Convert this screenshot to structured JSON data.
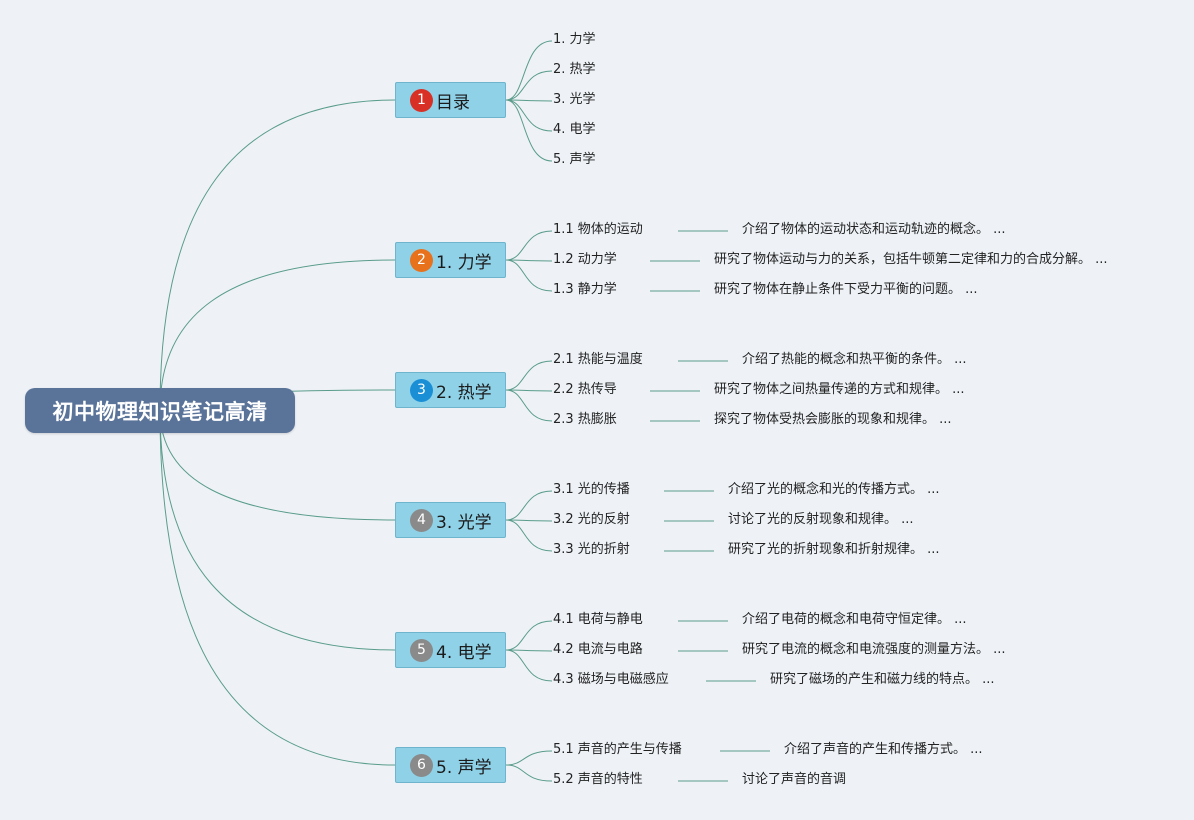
{
  "root": {
    "label": "初中物理知识笔记高清"
  },
  "colors": {
    "connector": "#5a9c8c",
    "root_bg": "#5a7399",
    "branch_bg": "#8fd2e8",
    "badge": [
      "#d93025",
      "#e8711c",
      "#1a8fd6",
      "#8a8a8a",
      "#8a8a8a",
      "#8a8a8a"
    ]
  },
  "branches": [
    {
      "number": "1",
      "label": "目录",
      "children": [
        {
          "topic": "1. 力学",
          "desc": ""
        },
        {
          "topic": "2. 热学",
          "desc": ""
        },
        {
          "topic": "3. 光学",
          "desc": ""
        },
        {
          "topic": "4. 电学",
          "desc": ""
        },
        {
          "topic": "5. 声学",
          "desc": ""
        }
      ]
    },
    {
      "number": "2",
      "label": "1. 力学",
      "children": [
        {
          "topic": "1.1 物体的运动",
          "desc": "介绍了物体的运动状态和运动轨迹的概念。 ..."
        },
        {
          "topic": "1.2 动力学",
          "desc": "研究了物体运动与力的关系，包括牛顿第二定律和力的合成分解。 ..."
        },
        {
          "topic": "1.3 静力学",
          "desc": "研究了物体在静止条件下受力平衡的问题。 ..."
        }
      ]
    },
    {
      "number": "3",
      "label": "2. 热学",
      "children": [
        {
          "topic": "2.1 热能与温度",
          "desc": "介绍了热能的概念和热平衡的条件。 ..."
        },
        {
          "topic": "2.2 热传导",
          "desc": "研究了物体之间热量传递的方式和规律。 ..."
        },
        {
          "topic": "2.3 热膨胀",
          "desc": "探究了物体受热会膨胀的现象和规律。 ..."
        }
      ]
    },
    {
      "number": "4",
      "label": "3. 光学",
      "children": [
        {
          "topic": "3.1 光的传播",
          "desc": "介绍了光的概念和光的传播方式。 ..."
        },
        {
          "topic": "3.2 光的反射",
          "desc": "讨论了光的反射现象和规律。 ..."
        },
        {
          "topic": "3.3 光的折射",
          "desc": "研究了光的折射现象和折射规律。 ..."
        }
      ]
    },
    {
      "number": "5",
      "label": "4. 电学",
      "children": [
        {
          "topic": "4.1 电荷与静电",
          "desc": "介绍了电荷的概念和电荷守恒定律。 ..."
        },
        {
          "topic": "4.2 电流与电路",
          "desc": "研究了电流的概念和电流强度的测量方法。 ..."
        },
        {
          "topic": "4.3 磁场与电磁感应",
          "desc": "研究了磁场的产生和磁力线的特点。 ..."
        }
      ]
    },
    {
      "number": "6",
      "label": "5. 声学",
      "children": [
        {
          "topic": "5.1 声音的产生与传播",
          "desc": "介绍了声音的产生和传播方式。 ..."
        },
        {
          "topic": "5.2 声音的特性",
          "desc": "讨论了声音的音调"
        }
      ]
    }
  ]
}
